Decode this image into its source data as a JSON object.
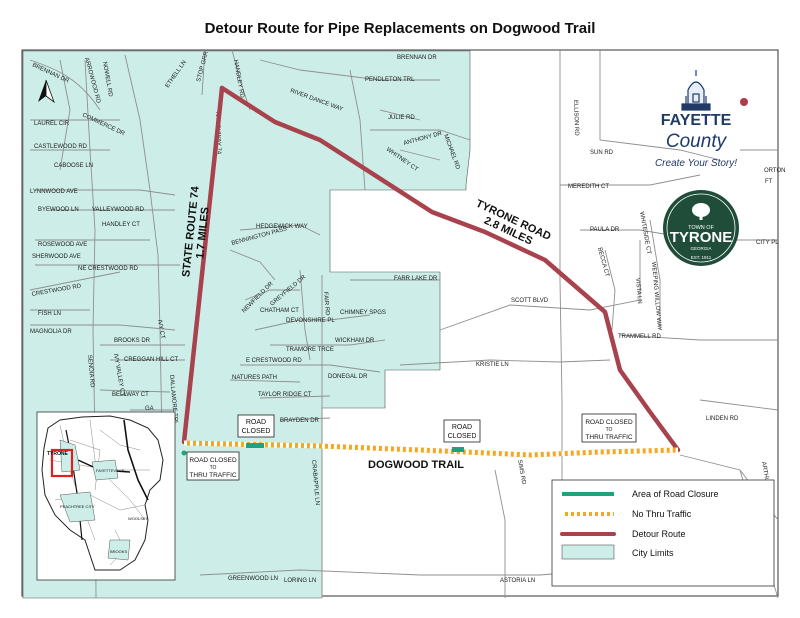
{
  "title": "Detour Route for Pipe Replacements on Dogwood Trail",
  "routes": {
    "state_route_name": "STATE ROUTE 74",
    "state_route_miles": "1.7 MILES",
    "tyrone_road_name": "TYRONE ROAD",
    "tyrone_road_miles": "2.8 MILES",
    "dogwood_trail": "DOGWOOD TRAIL"
  },
  "signs": {
    "road_closed_1": [
      "ROAD",
      "CLOSED"
    ],
    "road_closed_2": [
      "ROAD",
      "CLOSED"
    ],
    "thru_left": [
      "ROAD CLOSED",
      "TO",
      "THRU TRAFFIC"
    ],
    "thru_right": [
      "ROAD CLOSED",
      "TO",
      "THRU TRAFFIC"
    ]
  },
  "streets": {
    "s0": "BRENNAN DR",
    "s1": "ARROWOOD RD",
    "s2": "NOWELL RD",
    "s3": "ETHELL LN",
    "s4": "STOP GRR",
    "s5": "HANDLEY RD",
    "s6": "BRENNAN DR",
    "s7": "PENDLETON TRL",
    "s8": "RIVER DANCE WAY",
    "s9": "JULIE RD",
    "s10": "LAUREL CIR",
    "s11": "COMMERCE DR",
    "s12": "CASTLEWOOD RD",
    "s13": "CABOOSE LN",
    "s14": "N HIGHWAY 74",
    "s15": "ANTHONY DR",
    "s16": "MICHAEL RD",
    "s17": "WHITNEY CT",
    "s18": "LYNNWOOD AVE",
    "s19": "BYEWOOD LN",
    "s20": "VALLEYWOOD RD",
    "s21": "HANDLEY CT",
    "s22": "ROSEWOOD AVE",
    "s23": "SHERWOOD AVE",
    "s24": "NE CRESTWOOD RD",
    "s25": "CRESTWOOD RD",
    "s26": "FISH LN",
    "s27": "MAGNOLIA DR",
    "s28": "HEDGEWICK WAY",
    "s29": "BENNINGTON PASS",
    "s30": "NEWFIELD DR",
    "s31": "GREYFIELD DR",
    "s32": "CHATHAM CT",
    "s33": "DEVONSHIRE PL",
    "s34": "FAIR RD",
    "s35": "CHIMNEY SPGS",
    "s36": "FARR LAKE DR",
    "s37": "BROOKS DR",
    "s38": "IVY CT",
    "s39": "CREGGAN HILL CT",
    "s40": "SENOIA RD",
    "s41": "IVY VALLEY CT",
    "s42": "TRAMORE TRCE",
    "s43": "WICKHAM DR",
    "s44": "E CRESTWOOD RD",
    "s45": "NATURES PATH",
    "s46": "DONEGAL DR",
    "s47": "BELLWAY CT",
    "s48": "TAYLOR RIDGE CT",
    "s49": "BRAYDEN DR",
    "s50": "DALLAMORE TRL",
    "s51": "GA",
    "s52": "SCOTT BLVD",
    "s53": "KRISTIE LN",
    "s54": "TRAMMELL RD",
    "s55": "ELLISON RD",
    "s56": "SUN RD",
    "s57": "MEREDITH CT",
    "s58": "PAULA DR",
    "s59": "WHITESIDE CT",
    "s60": "BECCA CT",
    "s61": "VISTA LN",
    "s62": "WEEPING WILLOW WAY",
    "s63": "LINDEN RD",
    "s64": "ARTHUR CT",
    "s65": "SIMS RD",
    "s66": "CRABAPPLE LN",
    "s67": "GREENWOOD LN",
    "s68": "LORING LN",
    "s69": "ASTORIA LN",
    "s70": "CITY PL",
    "s71": "FT",
    "s72": "ORTON"
  },
  "legend": {
    "items": [
      {
        "label": "Area of Road Closure",
        "color": "#1fa37c"
      },
      {
        "label": "No Thru Traffic",
        "color": "#f5a623"
      },
      {
        "label": "Detour Route",
        "color": "#a8434e"
      },
      {
        "label": "City Limits",
        "color": "#cdeee8"
      }
    ]
  },
  "logos": {
    "fayette_name": "FAYETTE",
    "fayette_county": "County",
    "fayette_slogan": "Create Your Story!",
    "tyrone_town_of": "TOWN OF",
    "tyrone_name": "TYRONE",
    "tyrone_state": "GEORGIA",
    "tyrone_est": "EST. 1911"
  },
  "inset": {
    "tyrone": "TYRONE",
    "fayetteville": "FAYETTEVILLE",
    "peachtree_city": "PEACHTREE CITY",
    "woolsey": "WOOLSEY",
    "brooks": "BROOKS"
  },
  "colors": {
    "city_limits": "#cdeee8",
    "detour": "#a8434e",
    "no_thru": "#f5a623",
    "closure": "#1fa37c",
    "road_line": "#8a8a8a",
    "fayette_blue": "#1f3b66",
    "tyrone_green": "#1f4d3a"
  }
}
